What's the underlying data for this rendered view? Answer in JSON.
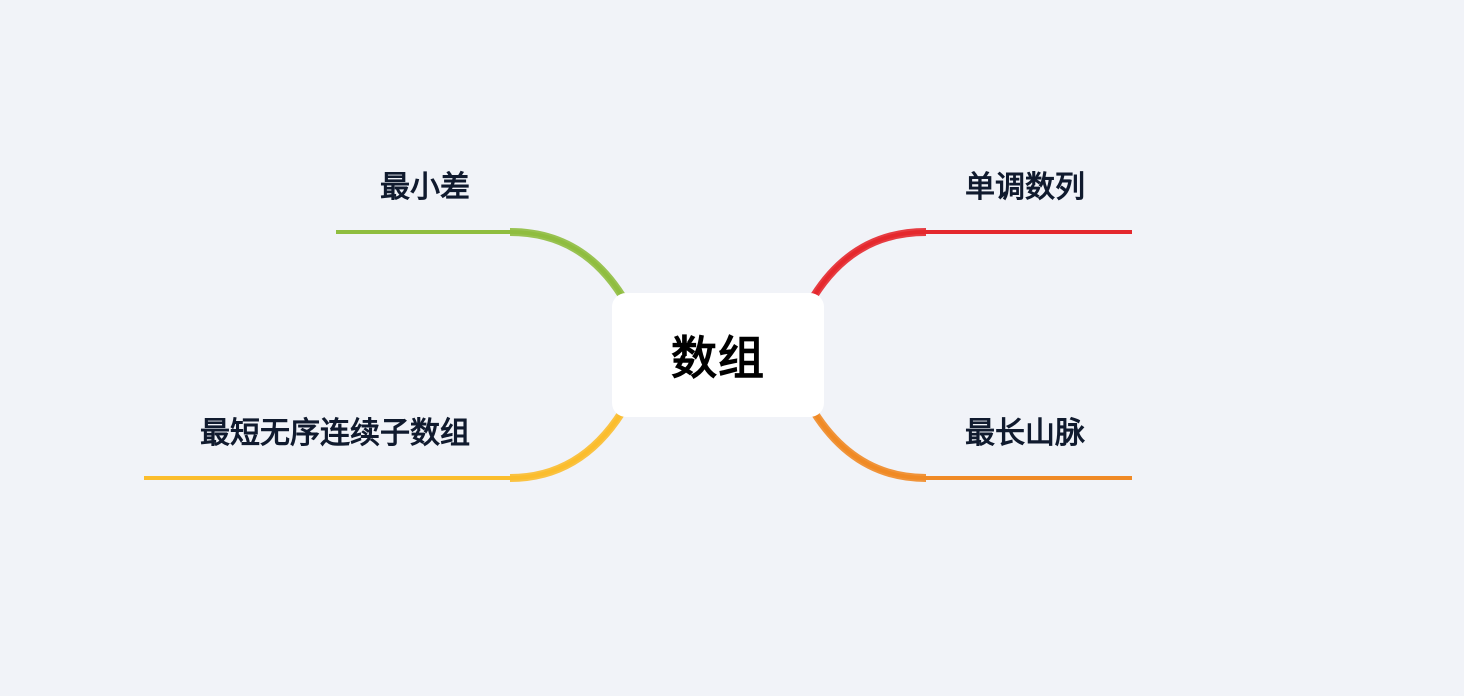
{
  "root": {
    "label": "数组"
  },
  "topics": {
    "left": [
      {
        "id": "min-diff",
        "label": "最小差",
        "color": "#8fbd3f"
      },
      {
        "id": "shortest",
        "label": "最短无序连续子数组",
        "color": "#fbbd2d"
      }
    ],
    "right": [
      {
        "id": "monotonic",
        "label": "单调数列",
        "color": "#e4282e"
      },
      {
        "id": "mountain",
        "label": "最长山脉",
        "color": "#f08a26"
      }
    ]
  },
  "background": "#f1f3f8"
}
